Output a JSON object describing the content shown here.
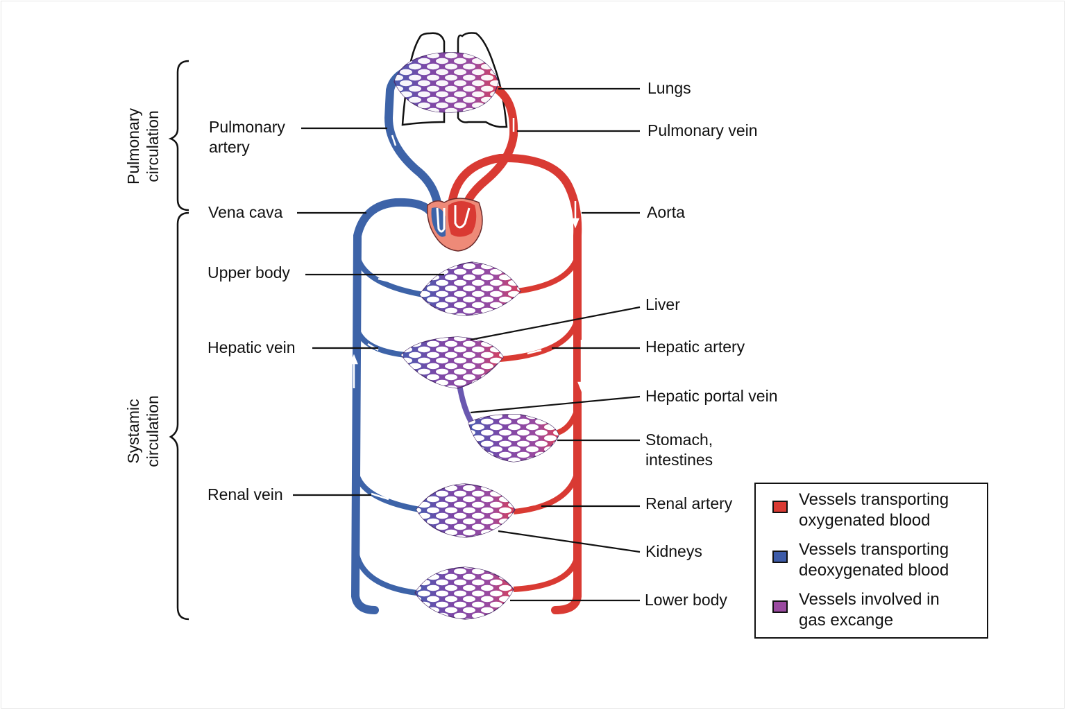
{
  "title": "Pulmonary and systemic circulation",
  "colors": {
    "oxygenated": "#d93a33",
    "deoxygenated": "#3d63a8",
    "gas_exchange": "#8a4aa6",
    "heart_outer": "#ee8a78",
    "line": "#111111"
  },
  "sections": {
    "pulmonary": "Pulmonary\ncirculation",
    "pulmonary_line1": "Pulmonary",
    "pulmonary_line2": "circulation",
    "systemic_line1": "Systamic",
    "systemic_line2": "circulation"
  },
  "labels_left": {
    "pulmonary_artery_1": "Pulmonary",
    "pulmonary_artery_2": "artery",
    "vena_cava": "Vena cava",
    "upper_body": "Upper body",
    "hepatic_vein": "Hepatic vein",
    "renal_vein": "Renal vein"
  },
  "labels_right": {
    "lungs": "Lungs",
    "pulmonary_vein": "Pulmonary vein",
    "aorta": "Aorta",
    "liver": "Liver",
    "hepatic_artery": "Hepatic artery",
    "hepatic_portal_vein": "Hepatic portal vein",
    "stomach_1": "Stomach,",
    "stomach_2": "intestines",
    "renal_artery": "Renal artery",
    "kidneys": "Kidneys",
    "lower_body": "Lower body"
  },
  "legend": {
    "items": [
      {
        "line1": "Vessels transporting",
        "line2": "oxygenated blood",
        "color": "#d93a33"
      },
      {
        "line1": "Vessels transporting",
        "line2": "deoxygenated blood",
        "color": "#3d5ba8"
      },
      {
        "line1": "Vessels involved in",
        "line2": "gas excange",
        "color": "#9a4aa0"
      }
    ]
  }
}
